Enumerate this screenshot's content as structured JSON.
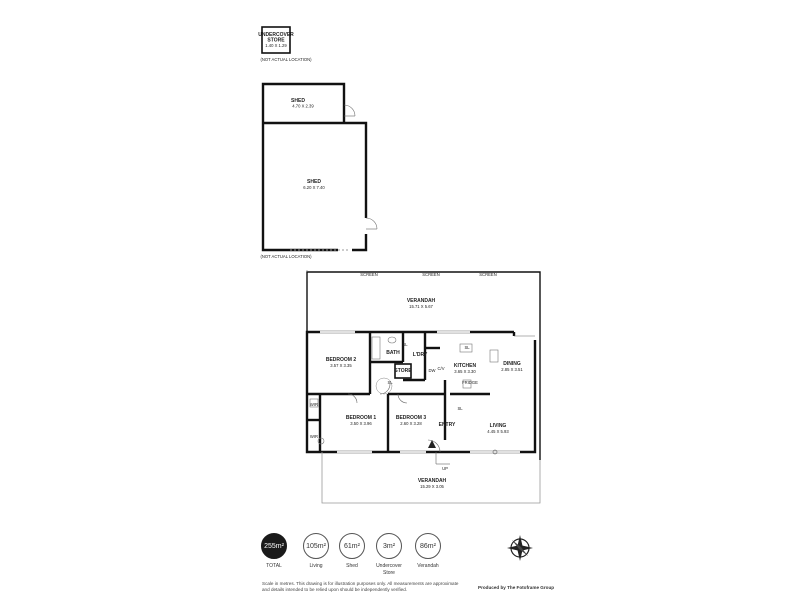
{
  "plan": {
    "undercover_store": {
      "name": "UNDERCOVER\nSTORE",
      "name_line1": "UNDERCOVER",
      "name_line2": "STORE",
      "dims": "1.40 X 1.29"
    },
    "not_actual_location_1": "(NOT ACTUAL LOCATION)",
    "not_actual_location_2": "(NOT ACTUAL LOCATION)",
    "shed_small": {
      "name": "SHED",
      "dims": "4.70 X 2.39"
    },
    "shed_large": {
      "name": "SHED",
      "dims": "6.20 X 7.40"
    },
    "screens": [
      "SCREEN",
      "SCREEN",
      "SCREEN"
    ],
    "verandah_top": {
      "name": "VERANDAH",
      "dims": "15.71 X 5.67"
    },
    "bedroom2": {
      "name": "BEDROOM 2",
      "dims": "3.57 X 3.35"
    },
    "bath": {
      "name": "BATH"
    },
    "store": {
      "name": "STORE"
    },
    "laundry": {
      "name": "L'DRY"
    },
    "kitchen": {
      "name": "KITCHEN",
      "dims": "3.65 X 3.30"
    },
    "dining": {
      "name": "DINING",
      "dims": "2.85 X 3.51"
    },
    "bedroom1": {
      "name": "BEDROOM 1",
      "dims": "3.50 X 3.96"
    },
    "bedroom3": {
      "name": "BEDROOM 3",
      "dims": "2.60 X 3.28"
    },
    "living": {
      "name": "LIVING",
      "dims": "4.45 X 5.93"
    },
    "entry": {
      "name": "ENTRY"
    },
    "verandah_bottom": {
      "name": "VERANDAH",
      "dims": "15.29 X 3.05"
    },
    "small_labels": {
      "wir1": "WIR",
      "wir2": "WIR",
      "sl1": "SL",
      "sl2": "SL",
      "sl3": "SL",
      "sl4": "SL",
      "sl5": "SL",
      "lc": "L/C",
      "dw": "DW",
      "cv": "C/V",
      "fridge": "FRIDGE",
      "up": "UP"
    }
  },
  "stats": [
    {
      "value": "255m²",
      "label": "TOTAL",
      "style": "total"
    },
    {
      "value": "105m²",
      "label": "Living",
      "style": "outline"
    },
    {
      "value": "61m²",
      "label": "Shed",
      "style": "outline"
    },
    {
      "value": "3m²",
      "label": "Undercover\nStore",
      "label_line1": "Undercover",
      "label_line2": "Store",
      "style": "outline"
    },
    {
      "value": "86m²",
      "label": "Verandah",
      "style": "outline"
    }
  ],
  "disclaimer": "Scale in metres. This drawing is for illustration purposes only. All measurements are approximate and details intended to be relied upon should be independently verified.",
  "credit": "Produced by The Fotoframe Group",
  "compass_icon": "north-arrow-icon"
}
